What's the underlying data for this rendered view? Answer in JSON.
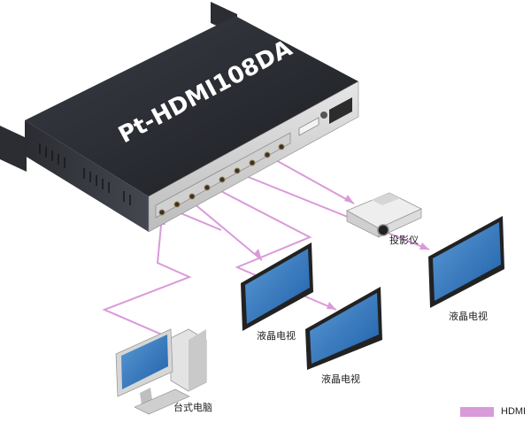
{
  "device": {
    "model": "Pt-HDMI108DA"
  },
  "labels": {
    "projector": "投影仪",
    "tv_top_right": "液晶电视",
    "tv_middle": "液晶电视",
    "tv_bottom": "液晶电视",
    "desktop": "台式电脑"
  },
  "legend": {
    "label": "HDMI",
    "color": "#d99ad9"
  }
}
